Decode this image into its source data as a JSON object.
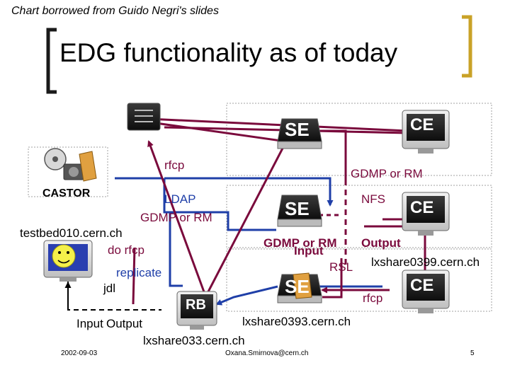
{
  "header": {
    "credit": "Chart borrowed from Guido Negri's slides",
    "title": "EDG functionality as of today"
  },
  "nodes": {
    "ce_top": "CE",
    "ce_mid": "CE",
    "ce_bot": "CE",
    "se_top": "SE",
    "se_mid": "SE",
    "se_bot": "SE",
    "rb": "RB",
    "castor": "CASTOR"
  },
  "labels": {
    "rfcp_top": "rfcp",
    "gdmp_rm_right": "GDMP or RM",
    "ldap": "LDAP",
    "nfs": "NFS",
    "gdmp_rm_left": "GDMP or RM",
    "testbed": "testbed010.cern.ch",
    "gdmp_rm_center": "GDMP or RM",
    "input_center": "Input",
    "output_right": "Output",
    "do_rfcp": "do rfcp",
    "rsl": "RSL",
    "lxshare0399": "lxshare0399.cern.ch",
    "replicate": "replicate",
    "jdl": "jdl",
    "rfcp_bottom": "rfcp",
    "input_left": "Input",
    "output_left": "Output",
    "lxshare0393": "lxshare0393.cern.ch",
    "lxshare033": "lxshare033.cern.ch"
  },
  "footer": {
    "date": "2002-09-03",
    "author": "Oxana.Smirnova@cern.ch",
    "page": "5"
  },
  "colors": {
    "maroon": "#7a0a3c",
    "blue": "#1f3fa8",
    "bracket_gold": "#c9a227",
    "bracket_dark": "#1a1a1a",
    "box_border": "#a0a0a0"
  }
}
